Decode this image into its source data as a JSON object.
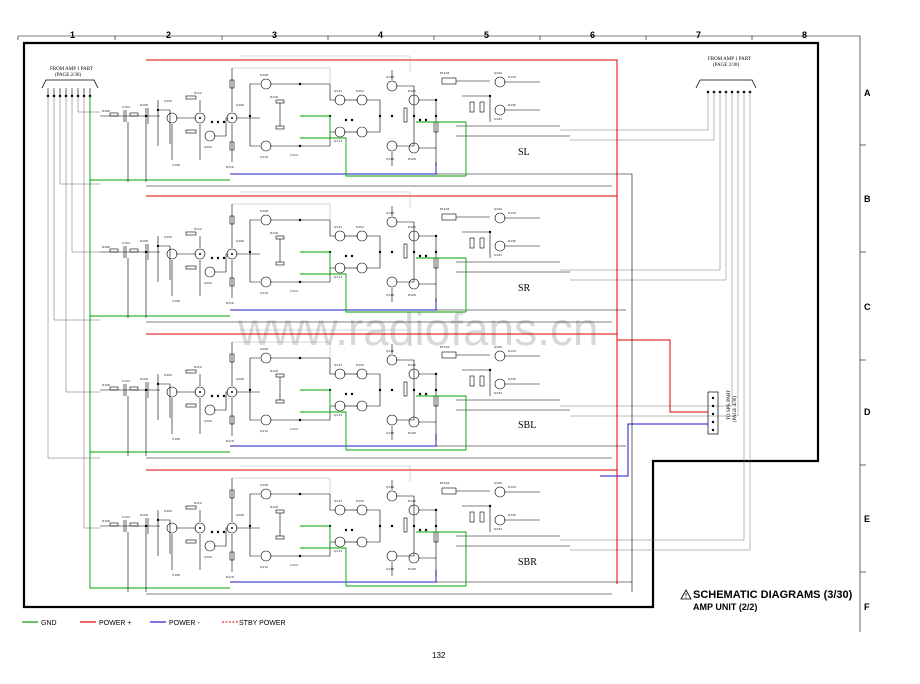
{
  "grid": {
    "columns": [
      "1",
      "2",
      "3",
      "4",
      "5",
      "6",
      "7",
      "8"
    ],
    "rows": [
      "A",
      "B",
      "C",
      "D",
      "E",
      "F"
    ]
  },
  "connectors": {
    "left_label_line1": "FROM AMP 1 PART",
    "left_label_line2": "(PAGE 2/30)",
    "right_label_line1": "FROM AMP 1 PART",
    "right_label_line2": "(PAGE 2/30)",
    "speaker_label_line1": "TO SPK PART",
    "speaker_label_line2": "(PAGE 4/30)"
  },
  "sections": {
    "sl": "SL",
    "sr": "SR",
    "sbl": "SBL",
    "sbr": "SBR"
  },
  "legend": {
    "gnd": "GND",
    "power_plus": "POWER +",
    "power_minus": "POWER -",
    "stby_power": "STBY POWER",
    "colors": {
      "gnd": "#00a000",
      "power_plus": "#e00000",
      "power_minus": "#1a1ac8",
      "stby_power": "#e00000"
    }
  },
  "title": {
    "main": "SCHEMATIC DIAGRAMS (3/30)",
    "sub": "AMP UNIT (2/2)",
    "warning_icon": "warning-triangle-icon"
  },
  "watermark": "www.radiofans.cn",
  "page_number": "132"
}
